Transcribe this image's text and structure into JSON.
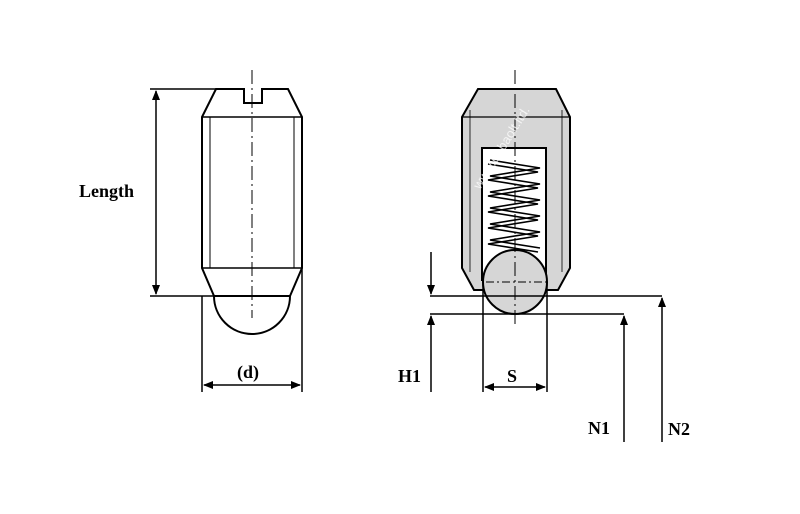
{
  "labels": {
    "length": "Length",
    "d": "(d)",
    "h1": "H1",
    "s": "S",
    "n1": "N1",
    "n2": "N2"
  },
  "colors": {
    "line": "#000000",
    "body_fill": "#d6d6d6",
    "background": "#ffffff"
  }
}
